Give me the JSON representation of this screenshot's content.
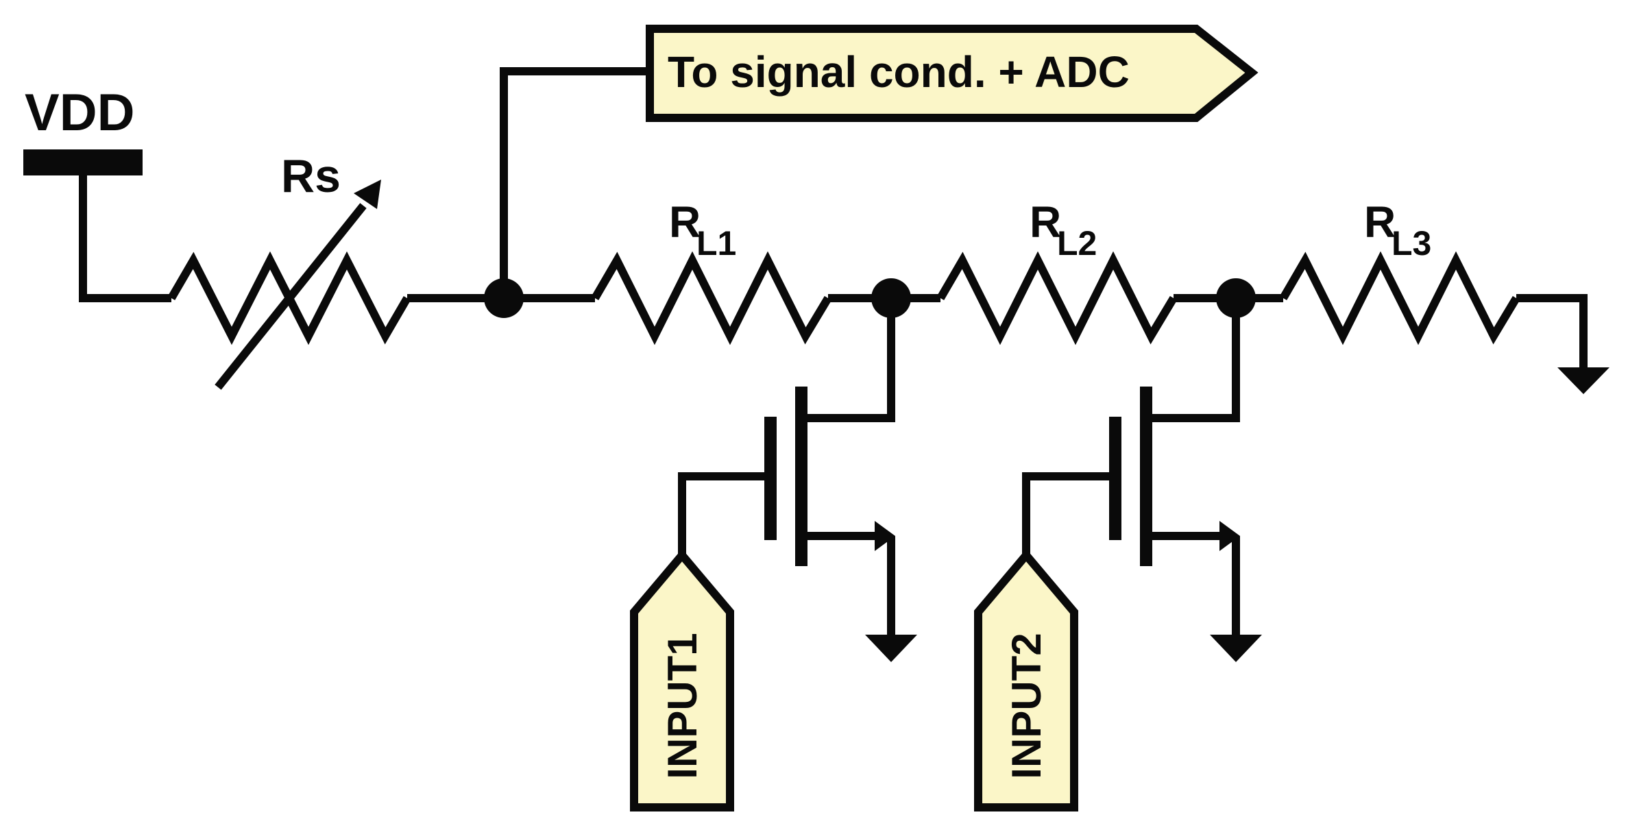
{
  "supply": {
    "label": "VDD"
  },
  "sense_resistor": {
    "label": "Rs"
  },
  "output_tag": {
    "label": "To signal cond. + ADC"
  },
  "load_resistors": [
    {
      "label": "R",
      "subscript": "L1"
    },
    {
      "label": "R",
      "subscript": "L2"
    },
    {
      "label": "R",
      "subscript": "L3"
    }
  ],
  "inputs": [
    {
      "label": "INPUT1"
    },
    {
      "label": "INPUT2"
    }
  ],
  "colors": {
    "line": "#0a0a0a",
    "tag_fill": "#fbf6c8",
    "background": "#ffffff"
  }
}
